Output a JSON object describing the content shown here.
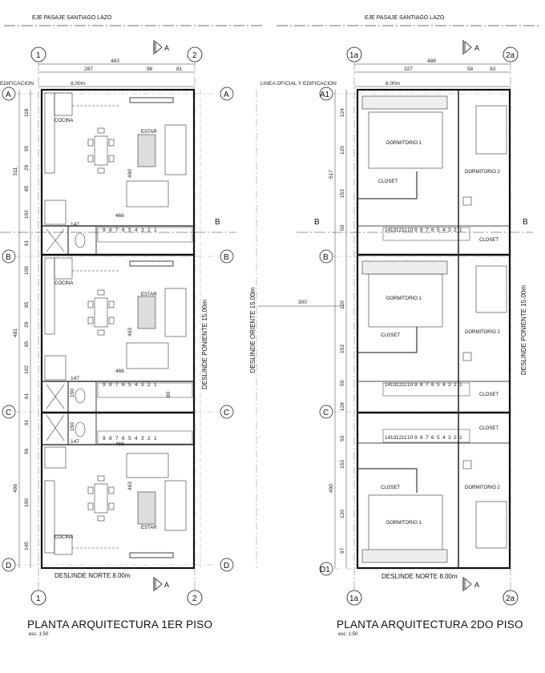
{
  "top_axis_label": "EJE PASAJE SANTIAGO LAZO",
  "left_plan": {
    "title": "PLANTA ARQUITECTURA 1ER PISO",
    "scale": "esc. 1:50",
    "col_axes": [
      "1",
      "2"
    ],
    "row_axes": [
      "A",
      "B",
      "C",
      "D"
    ],
    "cut_label": "A",
    "top_dims": [
      "483",
      "287",
      "98",
      "81"
    ],
    "width_dim": "8.00m",
    "side_label": "EDIFICACION",
    "left_dims": [
      "118",
      "95",
      "29",
      "85",
      "102",
      "61",
      "109",
      "95",
      "29",
      "85",
      "102",
      "61",
      "61",
      "96",
      "100",
      "145"
    ],
    "total_dims": [
      "511",
      "481",
      "496"
    ],
    "interior_dims": [
      "490",
      "466",
      "147",
      "463",
      "466",
      "147",
      "80",
      "150",
      "150",
      "147",
      "466",
      "463"
    ],
    "rooms": [
      "COCINA",
      "ESTAR",
      "COCINA",
      "ESTAR",
      "ESTAR",
      "COCINA"
    ],
    "stair_numbers": [
      "9",
      "8",
      "7",
      "6",
      "5",
      "4",
      "3",
      "2",
      "1"
    ],
    "east_label": "DESLINDE PONIENTE 15.00m",
    "bottom_label": "DESLINDE NORTE 8.00m"
  },
  "middle": {
    "left_label": "DESLINDE ORIENTE 15.00m",
    "dim": "300",
    "section_label": "B"
  },
  "right_plan": {
    "title": "PLANTA ARQUITECTURA 2DO PISO",
    "scale": "esc. 1:50",
    "col_axes": [
      "1a",
      "2a"
    ],
    "row_axes": [
      "A1",
      "B",
      "C",
      "D1"
    ],
    "cut_label": "A",
    "top_dims": [
      "488",
      "327",
      "58",
      "93"
    ],
    "width_dim": "8.00m",
    "side_label": "LINEA OFICIAL Y EDIFICACION",
    "left_dims": [
      "124",
      "120",
      "153",
      "50",
      "120",
      "153",
      "50",
      "128",
      "50",
      "153",
      "120",
      "97"
    ],
    "total_dims": [
      "517",
      "490"
    ],
    "rooms": [
      "DORMITORIO 1",
      "CLOSET",
      "DORMITORIO 2",
      "CLOSET",
      "DORMITORIO 1",
      "CLOSET",
      "DORMITORIO 2",
      "CLOSET",
      "CLOSET",
      "CLOSET",
      "DORMITORIO 2",
      "DORMITORIO 1"
    ],
    "stair_numbers": [
      "14",
      "13",
      "12",
      "11",
      "10",
      "9",
      "8",
      "7",
      "6",
      "5",
      "4",
      "3",
      "2",
      "1"
    ],
    "east_label": "DESLINDE PONIENTE 15.00m",
    "bottom_label": "DESLINDE NORTE 8.00m"
  }
}
